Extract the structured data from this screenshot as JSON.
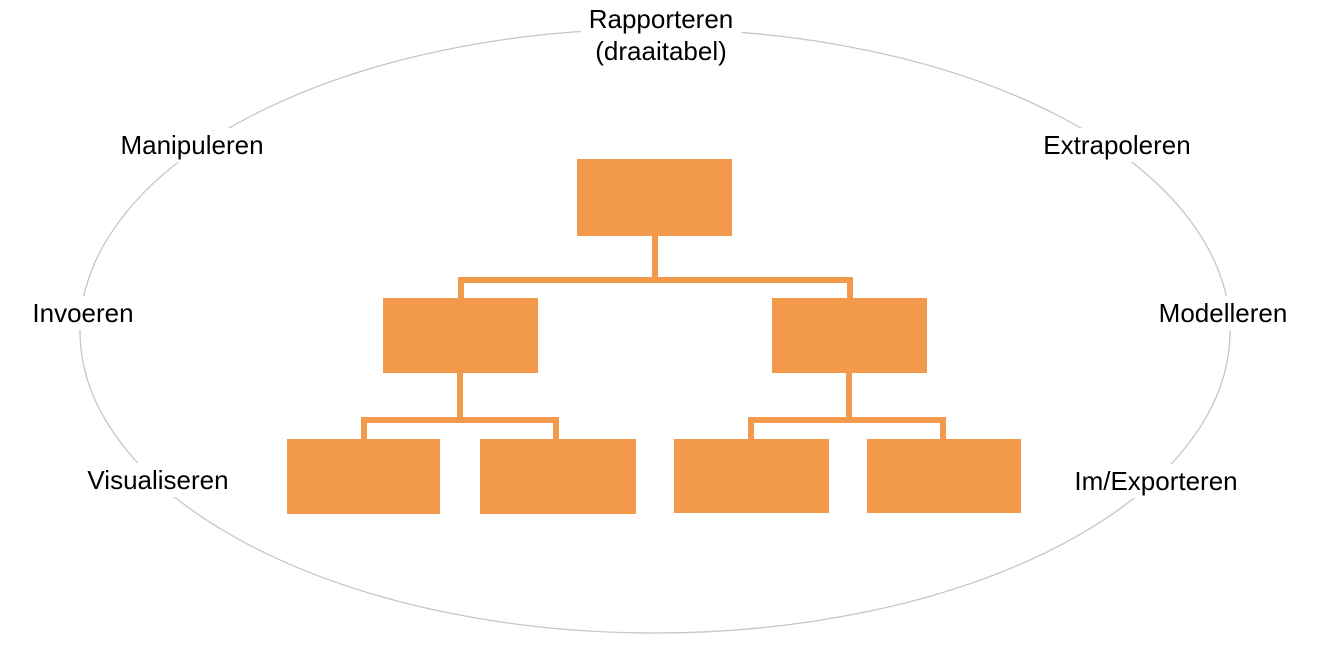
{
  "colors": {
    "background": "#FFFFFF",
    "box-fill": "#F2994B",
    "connector": "#F2994B",
    "ellipse-stroke": "#C6C6C6",
    "label-text": "#000000"
  },
  "labels": {
    "rapporteren": "Rapporteren\n(draaitabel)",
    "manipuleren": "Manipuleren",
    "extrapoleren": "Extrapoleren",
    "invoeren": "Invoeren",
    "modelleren": "Modelleren",
    "visualiseren": "Visualiseren",
    "im_exporteren": "Im/Exporteren"
  },
  "org_chart": {
    "structure": "1 root, 2 children, 4 leaves",
    "box_text": "",
    "node_count": 7
  }
}
